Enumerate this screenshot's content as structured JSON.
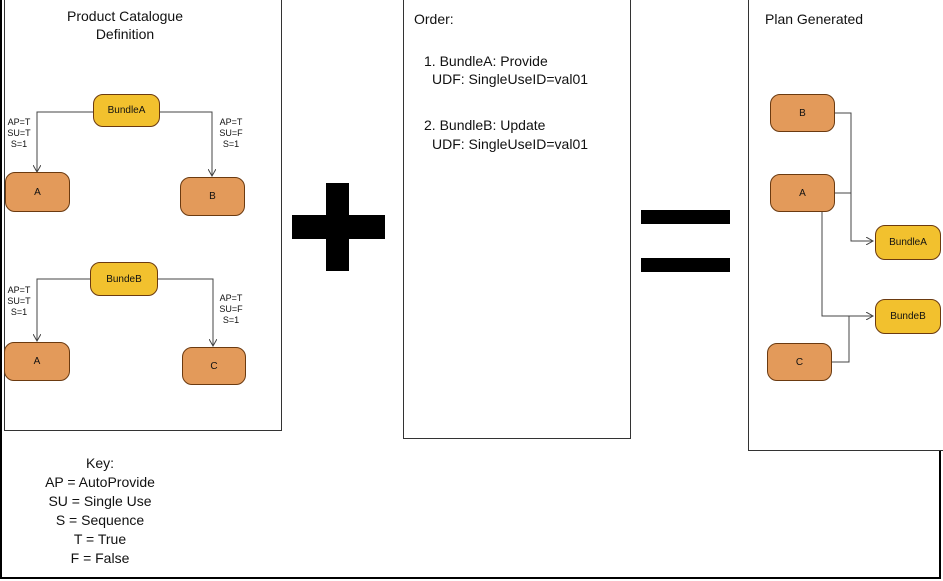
{
  "left_panel": {
    "title_line1": "Product Catalogue",
    "title_line2": "Definition",
    "bundle_a": {
      "name": "BundleA",
      "left_child": "A",
      "right_child": "B",
      "left_edge": {
        "ap": "AP=T",
        "su": "SU=T",
        "s": "S=1"
      },
      "right_edge": {
        "ap": "AP=T",
        "su": "SU=F",
        "s": "S=1"
      }
    },
    "bundle_b": {
      "name": "BundeB",
      "left_child": "A",
      "right_child": "C",
      "left_edge": {
        "ap": "AP=T",
        "su": "SU=T",
        "s": "S=1"
      },
      "right_edge": {
        "ap": "AP=T",
        "su": "SU=F",
        "s": "S=1"
      }
    }
  },
  "order_panel": {
    "title": "Order:",
    "items": [
      {
        "line1": "1. BundleA: Provide",
        "line2": "UDF: SingleUseID=val01"
      },
      {
        "line1": "2. BundleB: Update",
        "line2": "UDF: SingleUseID=val01"
      }
    ]
  },
  "plan_panel": {
    "title": "Plan Generated",
    "nodes": {
      "b": "B",
      "a": "A",
      "c": "C",
      "bundle_a": "BundleA",
      "bundle_b": "BundeB"
    }
  },
  "key": {
    "title": "Key:",
    "lines": [
      "AP = AutoProvide",
      "SU = Single Use",
      "S = Sequence",
      "T = True",
      "F = False"
    ]
  },
  "colors": {
    "atomic_fill": "#e39a5a",
    "bundle_fill": "#f2c12e",
    "border": "#6b3a10"
  }
}
